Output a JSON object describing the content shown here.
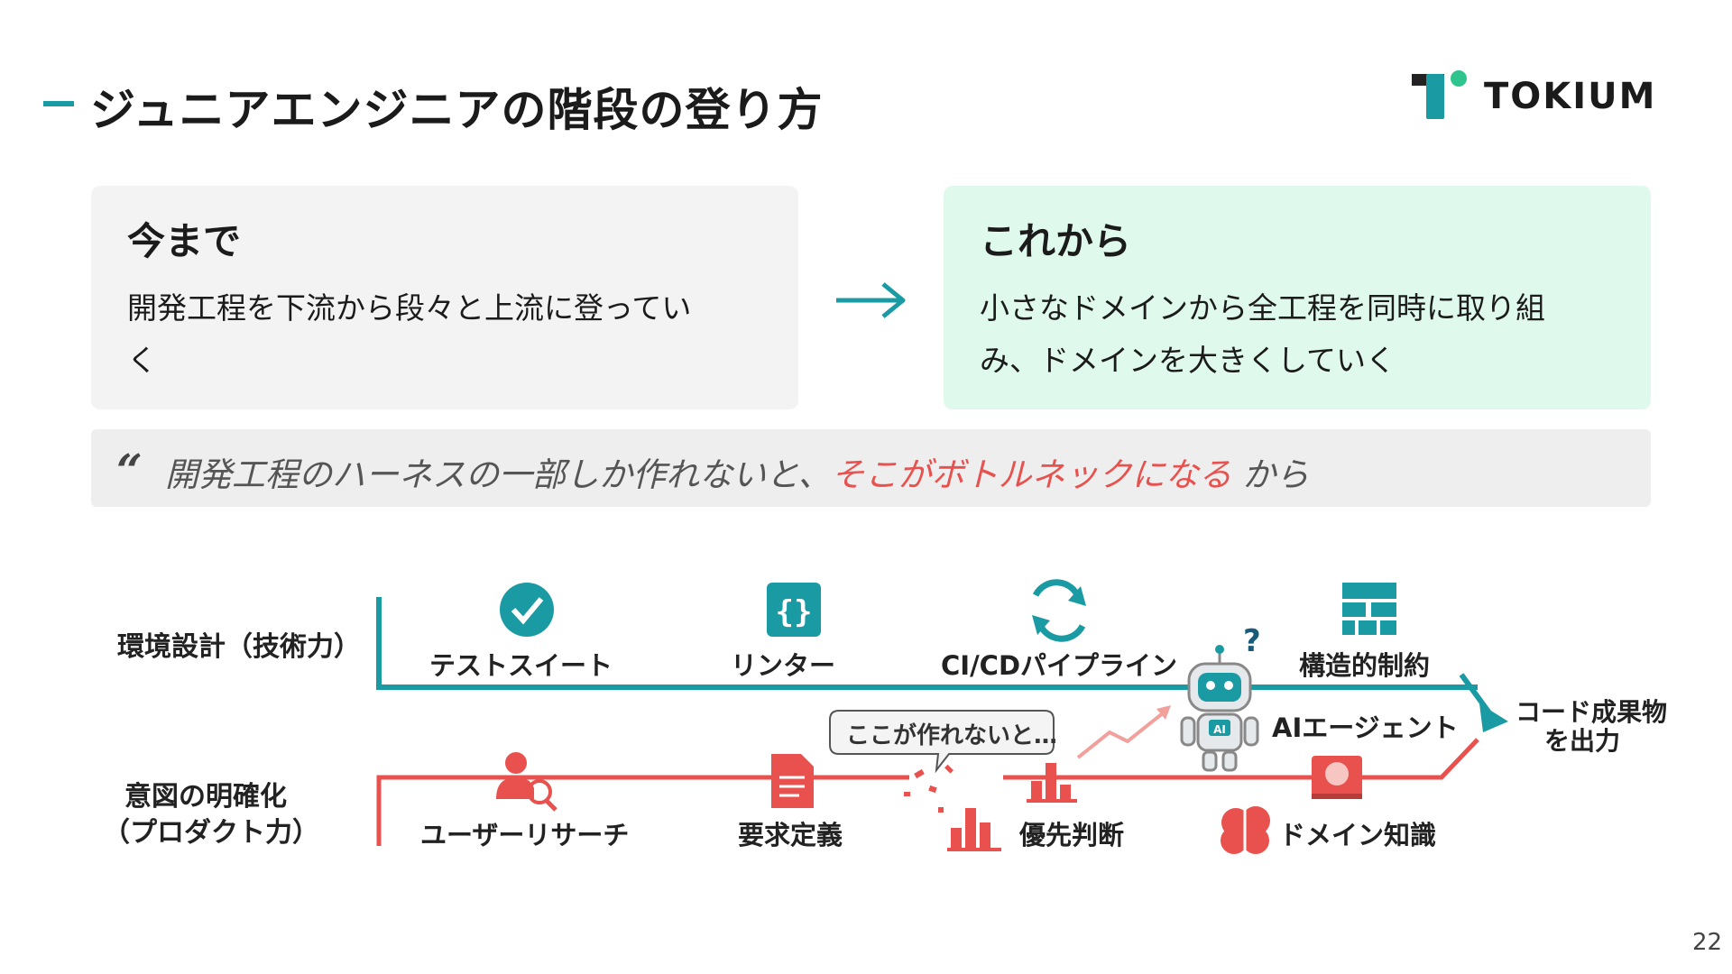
{
  "header": {
    "title": "ジュニアエンジニアの階段の登り方",
    "logo_text": "TOKIUM"
  },
  "left_card": {
    "title": "今まで",
    "body_line1": "開発工程を下流から段々と上流に登ってい",
    "body_line2": "く"
  },
  "right_card": {
    "title": "これから",
    "body_line1": "小さなドメインから全工程を同時に取り組",
    "body_line2": "み、ドメインを大きくしていく"
  },
  "quote": {
    "mark": "“",
    "text_before": "開発工程のハーネスの一部しか作れないと、",
    "highlight": "そこがボトルネックになる",
    "text_after": " から"
  },
  "diagram": {
    "row1_label": "環境設計（技術力）",
    "row2_label_line1": "意図の明確化",
    "row2_label_line2": "（プロダクト力）",
    "top_nodes": [
      "テストスイート",
      "リンター",
      "CI/CDパイプライン",
      "構造的制約"
    ],
    "agent_label": "AIエージェント",
    "agent_badge": "AI",
    "output_line1": "コード成果物",
    "output_line2": "を出力",
    "bubble": "ここが作れないと…",
    "bottom_nodes": [
      "ユーザーリサーチ",
      "要求定義",
      "優先判断",
      "ドメイン知識"
    ],
    "question_mark": "?"
  },
  "colors": {
    "teal": "#1a9aa3",
    "red": "#e8514d",
    "mint": "#dff9ec"
  },
  "icons": [
    "check-circle-icon",
    "braces-icon",
    "sync-icon",
    "blocks-icon",
    "robot-icon",
    "user-search-icon",
    "document-icon",
    "bar-chart-icon",
    "brain-icon",
    "brain-book-icon"
  ],
  "page_number": "22"
}
